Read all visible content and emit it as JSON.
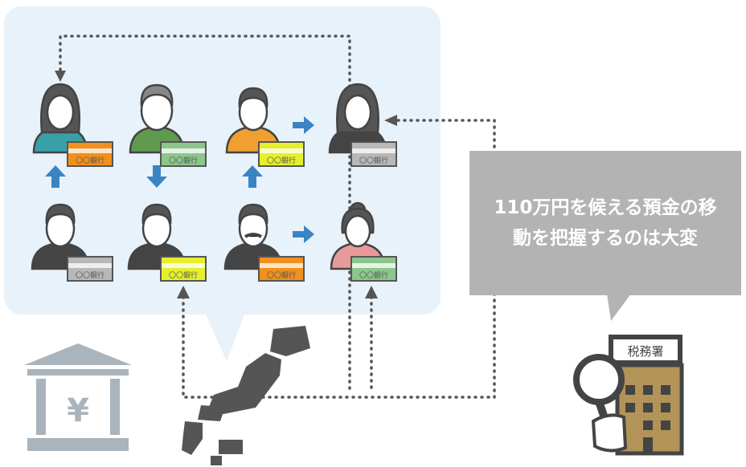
{
  "message": {
    "line1": "110万円を候える預金の移",
    "line2": "動を把握するのは大変"
  },
  "card_label": "〇〇銀行",
  "tax_office_label": "税務署",
  "bank_symbol": "¥",
  "colors": {
    "panel": "#e8f2fb",
    "arrow": "#3b84c4",
    "dots": "#555555",
    "map": "#555555",
    "message_bg": "#b3b3b3",
    "orange": "#f0901e",
    "green": "#8cc68c",
    "yellow": "#e5ef2e",
    "gray": "#b8b8b8",
    "building": "#b39458"
  }
}
